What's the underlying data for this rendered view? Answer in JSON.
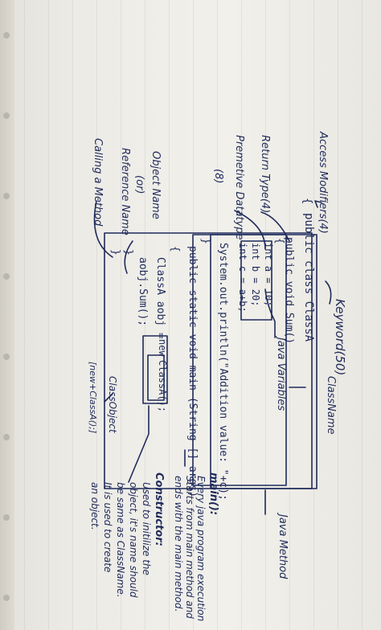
{
  "annotations": {
    "keyword": "Keyword(50)",
    "access_modifiers": "Access Modifiers(4)",
    "return_type": "Return Type(4)",
    "primitive_datatype": "Premetive Datatype",
    "primitive_count": "(8)",
    "object_name": "Object Name",
    "or": "(or)",
    "reference_name": "Reference Name",
    "calling_method": "Calling a Method",
    "class_name": "ClassName",
    "java_variables": "Java Variables",
    "java_method": "Java Method",
    "class_object": "ClassObject",
    "class_object_expr": "[new+ClassA();]"
  },
  "code": {
    "class_decl": "public class ClassA",
    "open_brace_1": "{",
    "method_decl": "public void Sum()",
    "open_brace_2": "{",
    "line_a": "int a = 10;",
    "line_b": "int b = 20;",
    "line_c": "int c = a+b;",
    "println": "System.out.println(\"Addition value: \"+c);",
    "close_brace_2": "}",
    "main_decl": "public static void main (String [] args)",
    "open_brace_3": "{",
    "obj_create_1": "ClassA aobj =",
    "obj_new": "new",
    "obj_ctor": "ClassA();",
    "call_sum": "aobj.Sum();",
    "close_brace_3": "}",
    "close_brace_1": "}"
  },
  "notes": {
    "main_title": "main():",
    "main_text": [
      "Every java program execution",
      "Starts from main method and",
      "ends with the main method."
    ],
    "ctor_title": "Constructor:",
    "ctor_text": [
      "Used to initilize the",
      "object, it's name should",
      "be same as ClassName.",
      "It is used to create",
      "an object."
    ]
  }
}
